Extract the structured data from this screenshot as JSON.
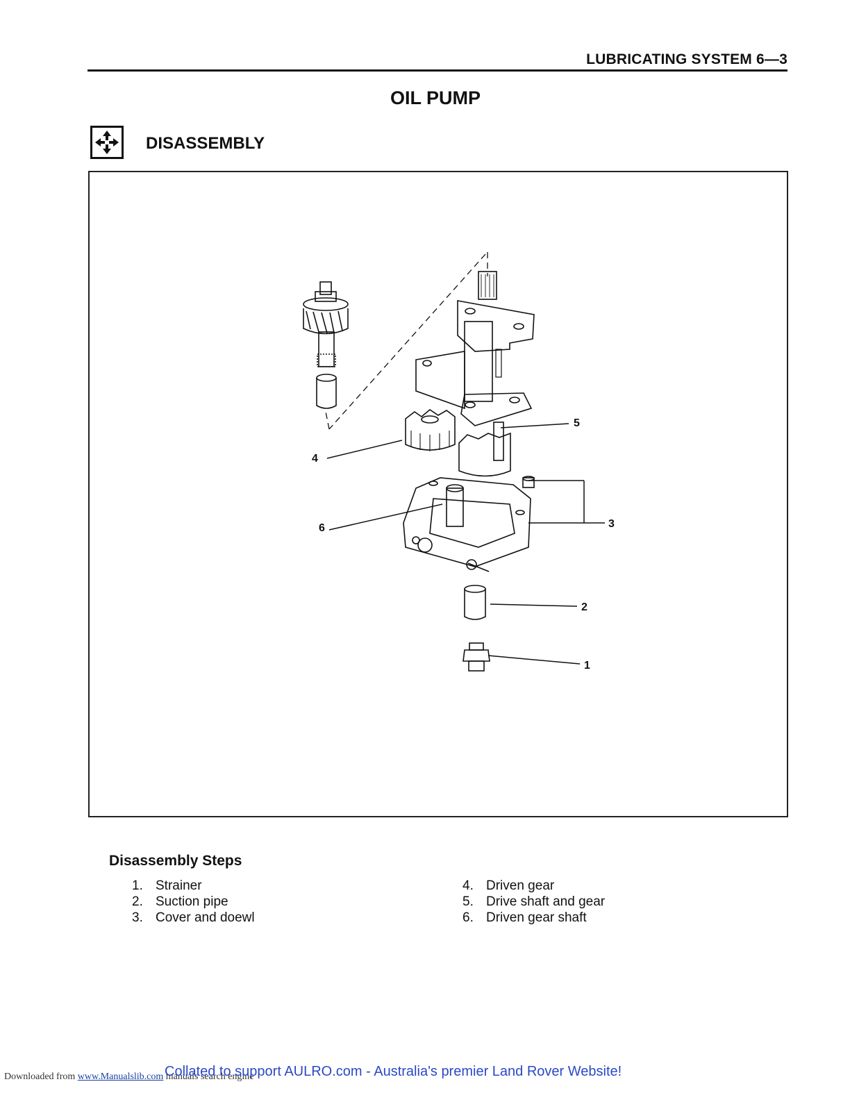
{
  "header": {
    "section_title": "LUBRICATING SYSTEM 6—3"
  },
  "page_title": "OIL PUMP",
  "section": {
    "icon": "disassembly-arrows-icon",
    "title": "DISASSEMBLY"
  },
  "figure": {
    "callouts": [
      "1",
      "2",
      "3",
      "4",
      "5",
      "6"
    ]
  },
  "steps": {
    "heading": "Disassembly Steps",
    "items": [
      {
        "num": "1.",
        "label": "Strainer"
      },
      {
        "num": "2.",
        "label": "Suction pipe"
      },
      {
        "num": "3.",
        "label": "Cover and doewl"
      },
      {
        "num": "4.",
        "label": "Driven gear"
      },
      {
        "num": "5.",
        "label": "Drive shaft and gear"
      },
      {
        "num": "6.",
        "label": "Driven gear shaft"
      }
    ]
  },
  "footer": {
    "downloaded_prefix": "Downloaded from",
    "site_link": "www.Manualslib.com",
    "site_suffix": "manuals search engine",
    "collated_note": "Collated to support AULRO.com - Australia's premier Land Rover Website!"
  },
  "colors": {
    "ink": "#111111",
    "footer_blue": "#2b48c8"
  }
}
